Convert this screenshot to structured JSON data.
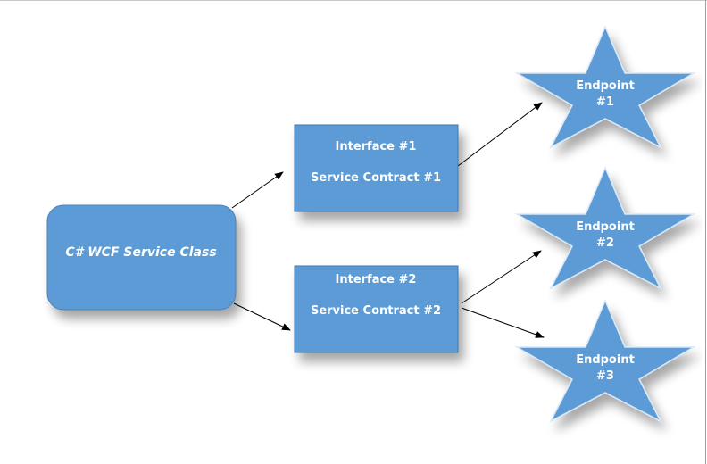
{
  "diagram": {
    "service_class": "C# WCF Service Class",
    "interfaces": [
      {
        "title": "Interface #1",
        "contract": "Service Contract #1"
      },
      {
        "title": "Interface #2",
        "contract": "Service Contract #2"
      }
    ],
    "endpoints": [
      {
        "line1": "Endpoint",
        "line2": "#1"
      },
      {
        "line1": "Endpoint",
        "line2": "#2"
      },
      {
        "line1": "Endpoint",
        "line2": "#3"
      }
    ],
    "colors": {
      "fill": "#5b9bd5",
      "edge": "#4a84bb",
      "arrow": "#000000"
    }
  }
}
